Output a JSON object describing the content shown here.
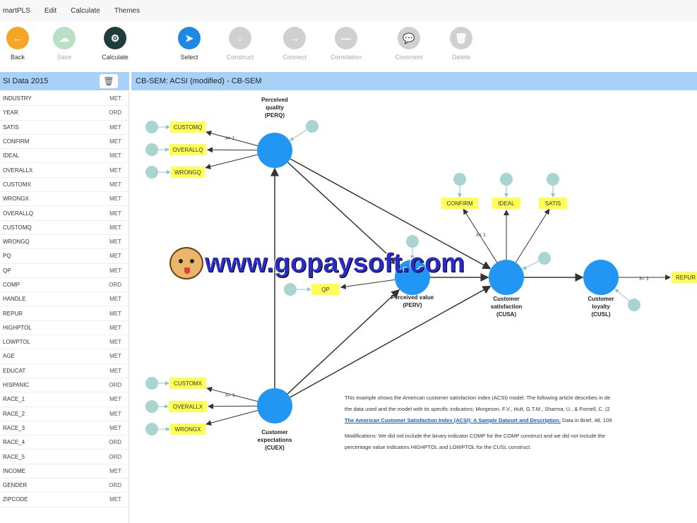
{
  "menu": [
    "martPLS",
    "Edit",
    "Calculate",
    "Themes"
  ],
  "toolbar": [
    {
      "label": "Back",
      "icon": "back-icon",
      "color": "#f5a623",
      "glyph": "←"
    },
    {
      "label": "Save",
      "icon": "save-icon",
      "color": "#b8e0c4",
      "glyph": "☁"
    },
    {
      "label": "Calculate",
      "icon": "calculate-icon",
      "color": "#1f3b3a",
      "glyph": "⚙"
    },
    {
      "label": "Select",
      "icon": "select-icon",
      "color": "#1e88e5",
      "glyph": "➤"
    },
    {
      "label": "Construct",
      "icon": "construct-icon",
      "color": "#d0d0d0",
      "glyph": "○"
    },
    {
      "label": "Connect",
      "icon": "connect-icon",
      "color": "#d0d0d0",
      "glyph": "→"
    },
    {
      "label": "Correlation",
      "icon": "correlation-icon",
      "color": "#d0d0d0",
      "glyph": "—"
    },
    {
      "label": "Comment",
      "icon": "comment-icon",
      "color": "#d0d0d0",
      "glyph": "💬"
    },
    {
      "label": "Delete",
      "icon": "delete-icon",
      "color": "#d0d0d0",
      "glyph": "🗑"
    }
  ],
  "sidebar": {
    "title": "SI Data 2015",
    "items": [
      {
        "name": "INDUSTRY",
        "type": "MET"
      },
      {
        "name": "YEAR",
        "type": "ORD"
      },
      {
        "name": "SATIS",
        "type": "MET"
      },
      {
        "name": "CONFIRM",
        "type": "MET"
      },
      {
        "name": "IDEAL",
        "type": "MET"
      },
      {
        "name": "OVERALLX",
        "type": "MET"
      },
      {
        "name": "CUSTOMX",
        "type": "MET"
      },
      {
        "name": "WRONGX",
        "type": "MET"
      },
      {
        "name": "OVERALLQ",
        "type": "MET"
      },
      {
        "name": "CUSTOMQ",
        "type": "MET"
      },
      {
        "name": "WRONGQ",
        "type": "MET"
      },
      {
        "name": "PQ",
        "type": "MET"
      },
      {
        "name": "QP",
        "type": "MET"
      },
      {
        "name": "COMP",
        "type": "ORD"
      },
      {
        "name": "HANDLE",
        "type": "MET"
      },
      {
        "name": "REPUR",
        "type": "MET"
      },
      {
        "name": "HIGHPTOL",
        "type": "MET"
      },
      {
        "name": "LOWPTOL",
        "type": "MET"
      },
      {
        "name": "AGE",
        "type": "MET"
      },
      {
        "name": "EDUCAT",
        "type": "MET"
      },
      {
        "name": "HISPANIC",
        "type": "ORD"
      },
      {
        "name": "RACE_1",
        "type": "MET"
      },
      {
        "name": "RACE_2",
        "type": "MET"
      },
      {
        "name": "RACE_3",
        "type": "MET"
      },
      {
        "name": "RACE_4",
        "type": "ORD"
      },
      {
        "name": "RACE_5",
        "type": "ORD"
      },
      {
        "name": "INCOME",
        "type": "MET"
      },
      {
        "name": "GENDER",
        "type": "ORD"
      },
      {
        "name": "ZIPCODE",
        "type": "MET"
      }
    ]
  },
  "tab": {
    "title": "CB-SEM: ACSI (modified) - CB-SEM"
  },
  "model": {
    "constructs": [
      {
        "id": "PERQ",
        "label": [
          "Perceived",
          "quality",
          "(PERQ)"
        ]
      },
      {
        "id": "PERV",
        "label": [
          "Perceived value",
          "(PERV)"
        ]
      },
      {
        "id": "CUSA",
        "label": [
          "Customer",
          "satisfaction",
          "(CUSA)"
        ]
      },
      {
        "id": "CUSL",
        "label": [
          "Customer",
          "loyalty",
          "(CUSL)"
        ]
      },
      {
        "id": "CUEX",
        "label": [
          "Customer",
          "expectations",
          "(CUEX)"
        ]
      }
    ],
    "indicators": [
      "CUSTOMQ",
      "OVERALLQ",
      "WRONGQ",
      "CONFIRM",
      "IDEAL",
      "SATIS",
      "QP",
      "REPUR",
      "CUSTOMX",
      "OVERALLX",
      "WRONGX"
    ],
    "fixed_loading": "λ= 1"
  },
  "description": {
    "line1": "This example shows the American customer satisfaction index (ACSI) model. The following article describes in de",
    "line2": "the data used and the model with its specific indicators: Morgeson, F.V., Hult, G.T.M., Sharma, U., & Fornell, C. (2",
    "link": "The American Customer Satisfaction Index (ACSI): A Sample Dataset and Description.",
    "line3_rest": " Data in Brief, 48, 109",
    "line4": "Modifications: We did not include the binary indicator COMP for the COMP construct and we did not include the",
    "line5": "percentage value indicators HIGHPTOL and LOWPTOL for the CUSL construct."
  },
  "watermark": "www.gopaysoft.com",
  "colors": {
    "construct": "#2196f3",
    "error": "#a8d5cf",
    "indicator": "#ffff55",
    "header": "#a8d1f7"
  }
}
